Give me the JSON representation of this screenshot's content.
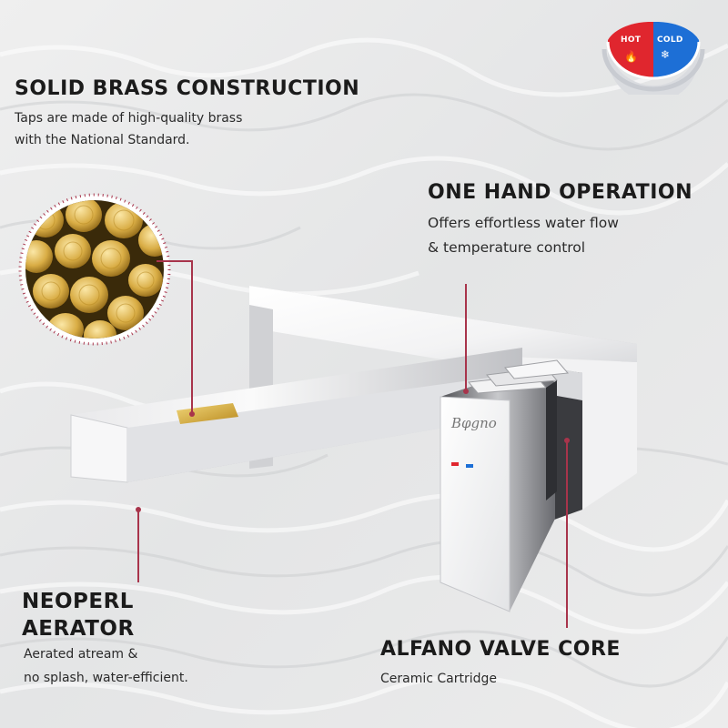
{
  "badge": {
    "hot_label": "HOT",
    "cold_label": "COLD",
    "hot_color": "#e0262e",
    "cold_color": "#1d6fd6",
    "hot_icon": "flame-icon",
    "cold_icon": "snowflake-icon"
  },
  "features": {
    "brass": {
      "title": "SOLID BRASS CONSTRUCTION",
      "lines": [
        "Taps are made of high-quality brass",
        "with the National Standard."
      ]
    },
    "one_hand": {
      "title": "ONE HAND OPERATION",
      "lines": [
        "Offers effortless water flow",
        "& temperature control"
      ]
    },
    "aerator": {
      "title_lines": [
        "NEOPERL",
        "AERATOR"
      ],
      "lines": [
        "Aerated atream &",
        "no splash, water-efficient."
      ]
    },
    "valve": {
      "title": "ALFANO VALVE CORE",
      "lines": [
        "Ceramic Cartridge"
      ]
    }
  },
  "colors": {
    "accent": "#a8344b",
    "chrome_light": "#f7f7f8",
    "chrome_dark": "#6d6e72",
    "brass": "#c9a13a"
  }
}
